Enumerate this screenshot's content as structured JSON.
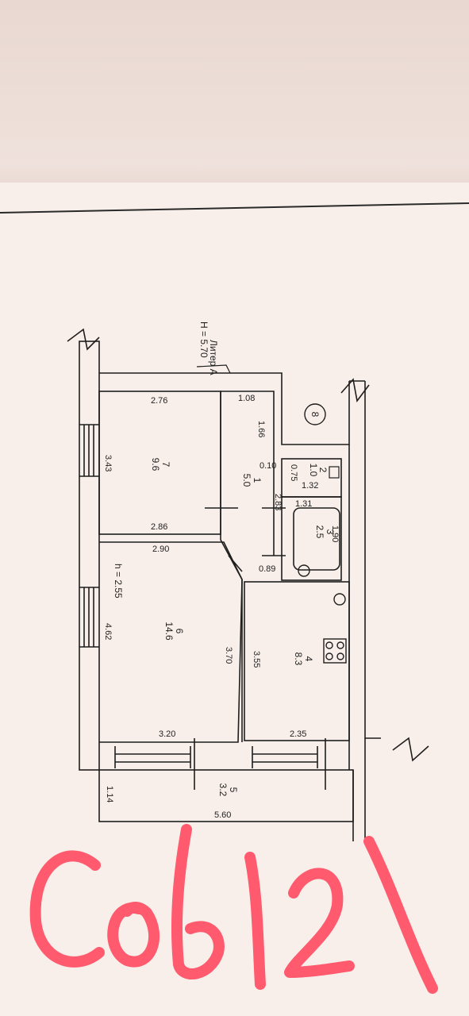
{
  "drawing": {
    "litera_label": "Литер А",
    "height_label": "H = 5.70",
    "ceiling_label": "h = 2.55",
    "gridline_marker": "8"
  },
  "rooms": [
    {
      "id": "7",
      "number": "7",
      "area": "9.6"
    },
    {
      "id": "6",
      "number": "6",
      "area": "14.6"
    },
    {
      "id": "1",
      "number": "1",
      "area": "5.0"
    },
    {
      "id": "2",
      "number": "2",
      "area": "1.0"
    },
    {
      "id": "3",
      "number": "3",
      "area": "2.5"
    },
    {
      "id": "4",
      "number": "4",
      "area": "8.3"
    },
    {
      "id": "5",
      "number": "5",
      "area": "3.2"
    }
  ],
  "dimensions": {
    "d_276": "2.76",
    "d_286": "2.86",
    "d_343": "3.43",
    "d_108": "1.08",
    "d_166": "1.66",
    "d_010": "0.10",
    "d_075": "0.75",
    "d_132": "1.32",
    "d_283": "2.83",
    "d_131": "1.31",
    "d_190": "1.90",
    "d_089": "0.89",
    "d_290": "2.90",
    "d_462": "4.62",
    "d_370": "3.70",
    "d_355": "3.55",
    "d_320": "3.20",
    "d_235": "2.35",
    "d_114": "1.14",
    "d_560": "5.60"
  },
  "annotation": {
    "handwritten": "Сов 121",
    "color": "#ff5a6e"
  },
  "colors": {
    "ink": "#1e1e1e",
    "paper": "#f9efea"
  }
}
